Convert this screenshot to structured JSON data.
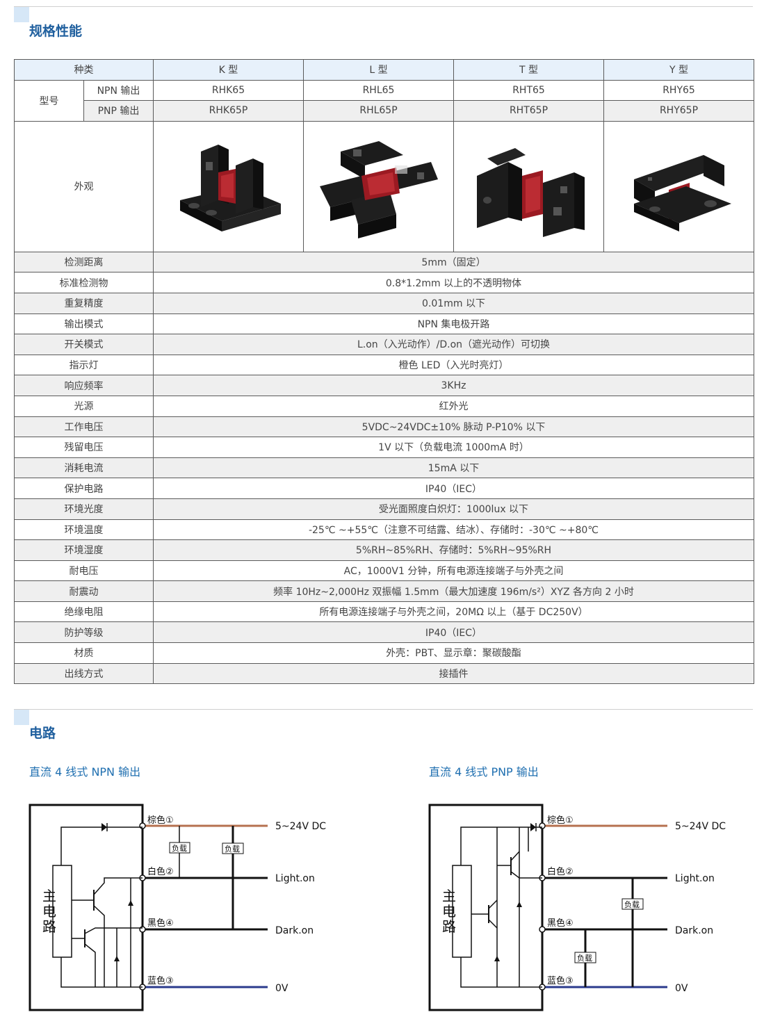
{
  "sections": {
    "spec_title": "规格性能",
    "circuit_title": "电路"
  },
  "table": {
    "header": {
      "label": "种类",
      "types": [
        "K 型",
        "L 型",
        "T 型",
        "Y 型"
      ]
    },
    "model": {
      "label": "型号",
      "npn_label": "NPN 输出",
      "pnp_label": "PNP 输出",
      "npn": [
        "RHK65",
        "RHL65",
        "RHT65",
        "RHY65"
      ],
      "pnp": [
        "RHK65P",
        "RHL65P",
        "RHT65P",
        "RHY65P"
      ]
    },
    "appearance_label": "外观",
    "rows": [
      {
        "label": "检测距离",
        "value": "5mm（固定）"
      },
      {
        "label": "标准检测物",
        "value": "0.8*1.2mm 以上的不透明物体"
      },
      {
        "label": "重复精度",
        "value": "0.01mm 以下"
      },
      {
        "label": "输出模式",
        "value": "NPN 集电极开路"
      },
      {
        "label": "开关模式",
        "value": "L.on（入光动作）/D.on（遮光动作）可切换"
      },
      {
        "label": "指示灯",
        "value": "橙色 LED（入光时亮灯）"
      },
      {
        "label": "响应频率",
        "value": "3KHz"
      },
      {
        "label": "光源",
        "value": "红外光"
      },
      {
        "label": "工作电压",
        "value": "5VDC~24VDC±10% 脉动 P-P10% 以下"
      },
      {
        "label": "残留电压",
        "value": "1V 以下（负载电流 1000mA 时）"
      },
      {
        "label": "消耗电流",
        "value": "15mA 以下"
      },
      {
        "label": "保护电路",
        "value": "IP40（IEC）"
      },
      {
        "label": "环境光度",
        "value": "受光面照度白炽灯：1000lux 以下"
      },
      {
        "label": "环境温度",
        "value": "-25℃ ~+55℃（注意不可结露、结冰）、存储时：-30℃ ~+80℃"
      },
      {
        "label": "环境湿度",
        "value": "5%RH~85%RH、存储时：5%RH~95%RH"
      },
      {
        "label": "耐电压",
        "value": "AC，1000V1 分钟，所有电源连接端子与外壳之间"
      },
      {
        "label": "耐震动",
        "value": "频率 10Hz~2,000Hz 双振幅 1.5mm（最大加速度 196m/s²）XYZ 各方向 2 小时"
      },
      {
        "label": "绝缘电阻",
        "value": "所有电源连接端子与外壳之间，20MΩ 以上（基于 DC250V）"
      },
      {
        "label": "防护等级",
        "value": "IP40（IEC）"
      },
      {
        "label": "材质",
        "value": "外壳：PBT、显示章：聚碳酸酯"
      },
      {
        "label": "出线方式",
        "value": "接插件"
      }
    ]
  },
  "circuits": {
    "npn": {
      "title": "直流 4 线式 NPN 输出",
      "main_block": [
        "主",
        "电",
        "路"
      ],
      "wires": [
        "棕色①",
        "白色②",
        "黑色④",
        "蓝色③"
      ],
      "outputs": [
        "5~24V DC",
        "Light.on",
        "Dark.on",
        "0V"
      ],
      "load": "负载"
    },
    "pnp": {
      "title": "直流 4 线式 PNP 输出",
      "main_block": [
        "主",
        "电",
        "路"
      ],
      "wires": [
        "棕色①",
        "白色②",
        "黑色④",
        "蓝色③"
      ],
      "outputs": [
        "5~24V DC",
        "Light.on",
        "Dark.on",
        "0V"
      ],
      "load": "负载"
    }
  },
  "colors": {
    "accent": "#1f5f9e",
    "brown_wire": "#b5714f",
    "blue_wire": "#2a3a8c"
  }
}
